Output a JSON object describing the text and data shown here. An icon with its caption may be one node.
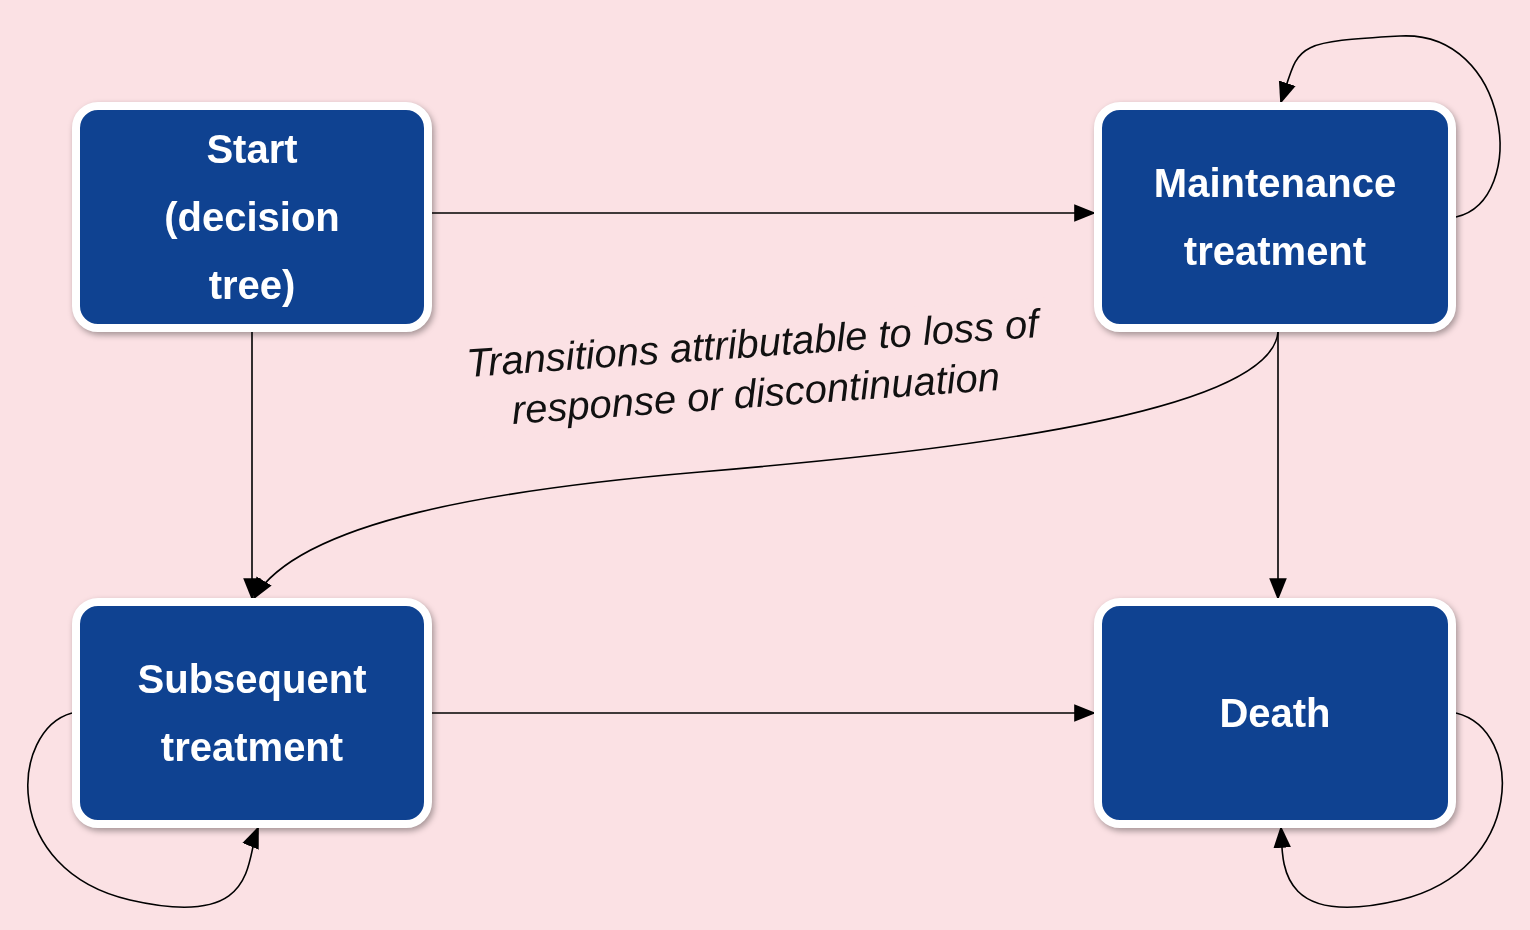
{
  "diagram": {
    "nodes": [
      {
        "text": [
          "Start (decision tree)"
        ]
      },
      {
        "text": [
          "Maintenance treatment"
        ]
      },
      {
        "text": [
          "Subsequent treatment"
        ]
      },
      {
        "text": [
          "Death"
        ]
      }
    ],
    "edges": [
      {
        "from": 0,
        "to": 1,
        "arrow": "to"
      },
      {
        "from": 1,
        "to": 1,
        "arrow": "to"
      },
      {
        "from": 0,
        "to": 2,
        "arrow": "to"
      },
      {
        "from": 1,
        "to": 2,
        "arrow": "to",
        "label": "Transitions attributable to loss of response or discontinuation"
      },
      {
        "from": 1,
        "to": 3,
        "arrow": "to"
      },
      {
        "from": 2,
        "to": 3,
        "arrow": "to"
      },
      {
        "from": 2,
        "to": 2,
        "arrow": "to"
      },
      {
        "from": 3,
        "to": 3,
        "arrow": "to"
      }
    ]
  }
}
